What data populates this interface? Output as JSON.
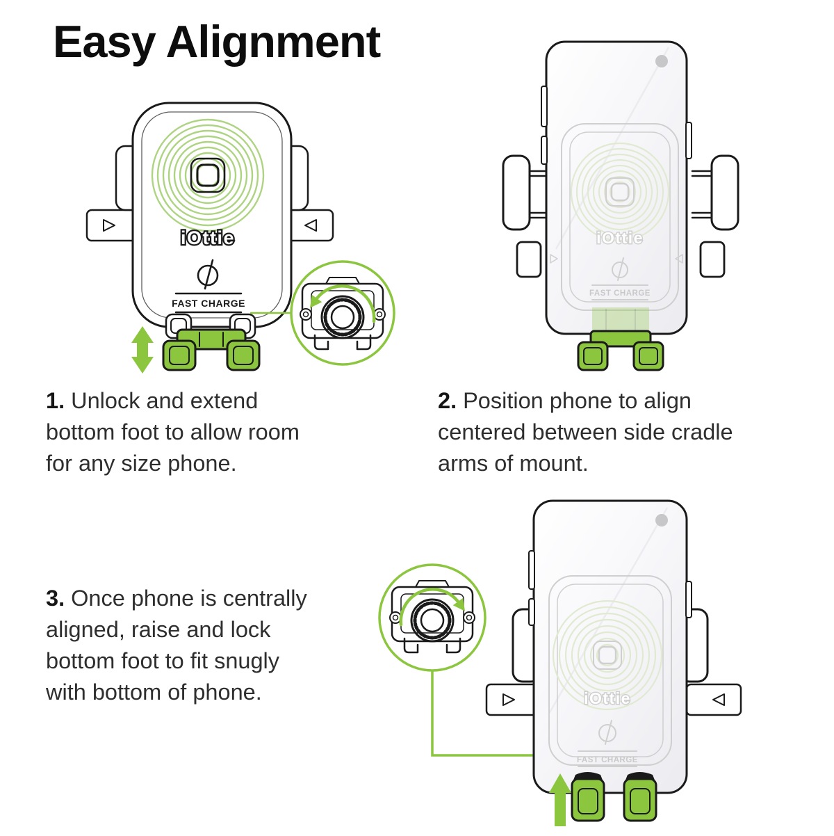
{
  "title": "Easy Alignment",
  "branding": {
    "logo": "iOttie",
    "fast_charge": "FAST CHARGE"
  },
  "steps": [
    {
      "number": "1.",
      "lines": [
        "Unlock and extend",
        "bottom foot to allow room",
        "for any size phone."
      ]
    },
    {
      "number": "2.",
      "lines": [
        "Position phone to align",
        "centered between side cradle",
        "arms of mount."
      ]
    },
    {
      "number": "3.",
      "lines": [
        "Once phone is centrally",
        "aligned, raise and lock",
        "bottom foot to fit snugly",
        "with bottom of phone."
      ]
    }
  ],
  "colors": {
    "accent_green": "#8CC63F",
    "coil_green": "#8FC353",
    "faint_gray": "#CFCFCF",
    "line_black": "#1A1A1A"
  },
  "icons": {
    "extend_foot_arrow": "double-headed-vertical-arrow",
    "raise_foot_arrow": "up-arrow",
    "rotate_knob_step1": "curved-arrow-counterclockwise",
    "rotate_knob_step3": "curved-arrow-clockwise",
    "qi": "qi-wireless-charging-symbol",
    "vent_release": "triangle-marker",
    "camera": "camera-dot"
  }
}
